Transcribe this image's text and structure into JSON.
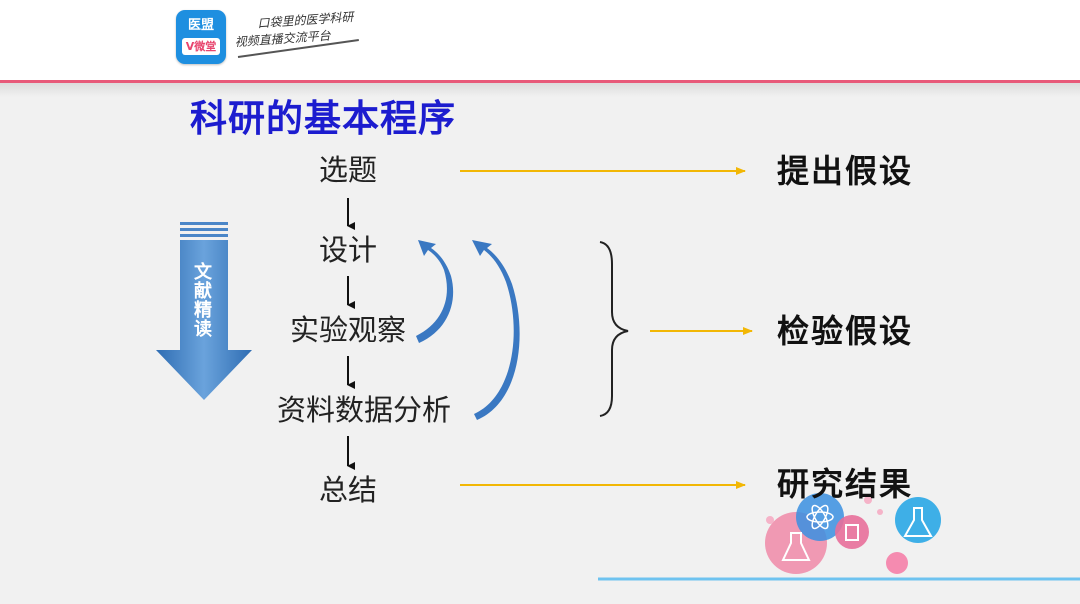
{
  "header": {
    "logo_line1": "医盟",
    "logo_line2": "V微堂",
    "slogan_line1": "口袋里的医学科研",
    "slogan_line2": "视频直播交流平台"
  },
  "slide": {
    "title": "科研的基本程序",
    "steps": [
      "选题",
      "设计",
      "实验观察",
      "资料数据分析",
      "总结"
    ],
    "side_label": "文献精读",
    "results": [
      "提出假设",
      "检验假设",
      "研究结果"
    ]
  },
  "colors": {
    "title": "#1c1ccf",
    "header_rule": "#e85a7a",
    "connector_arrow": "#f2b705",
    "feedback_arrow": "#3a78c2",
    "side_arrow": "#4a86c8"
  }
}
